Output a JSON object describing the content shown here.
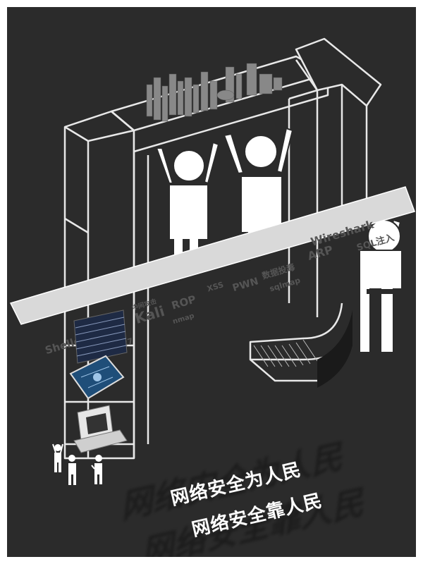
{
  "slogans": {
    "line1": "网络安全为人民",
    "line2": "网络安全靠人民"
  },
  "band_terms": [
    "Shellcode",
    "nmap",
    "Kali",
    "ROP",
    "XSS",
    "PWN",
    "数据投毒",
    "ARP",
    "Wireshark",
    "SQL注入",
    "csrf",
    "927",
    "nmap",
    "sqlmap",
    "中间攻击"
  ],
  "colors": {
    "background": "#2b2b2b",
    "structure_outline": "#e8e8e8",
    "figure_fill": "#ffffff",
    "band_fill": "#d9d9d9"
  },
  "icons": [
    "city-skyline-icon",
    "person-lifting-icon",
    "server-rack-icon",
    "circuit-board-icon",
    "retro-computer-icon",
    "small-people-icon"
  ]
}
